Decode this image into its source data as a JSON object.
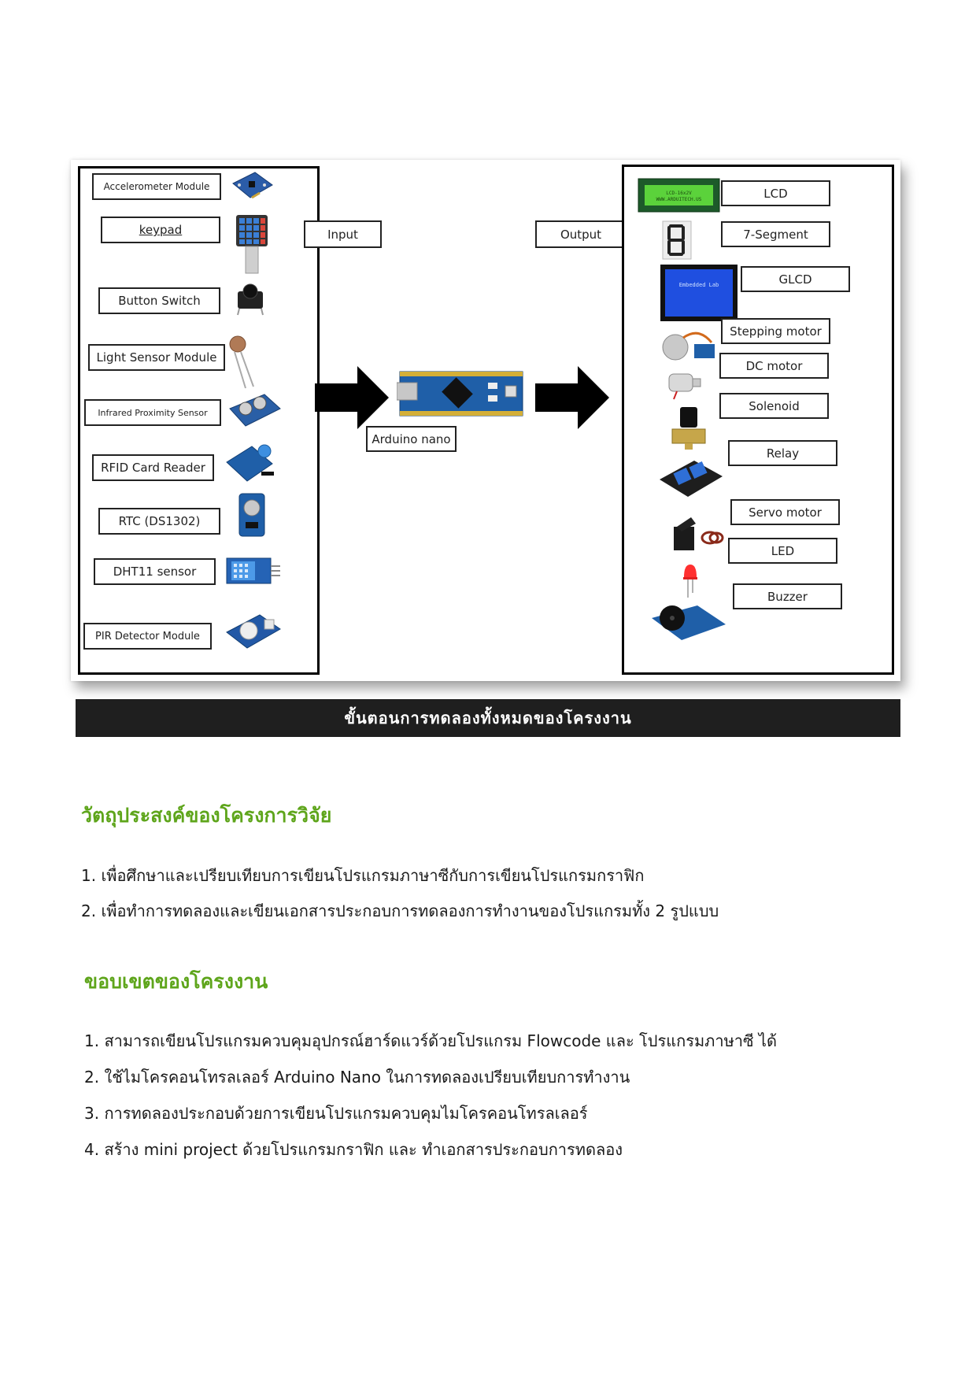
{
  "diagram": {
    "inputs": [
      "Accelerometer Module",
      "keypad",
      "Button Switch",
      "Light Sensor Module",
      "Infrared Proximity Sensor",
      "RFID Card Reader",
      "RTC (DS1302)",
      "DHT11 sensor",
      "PIR Detector Module"
    ],
    "input_label": "Input",
    "controller_label": "Arduino nano",
    "output_label": "Output",
    "outputs": [
      "LCD",
      "7-Segment",
      "GLCD",
      "Stepping motor",
      "DC motor",
      "Solenoid",
      "Relay",
      "Servo motor",
      "LED",
      "Buzzer"
    ],
    "lcd_screen_text": "LCD-16x2V WWW.ARDUITECH.US",
    "glcd_screen_text": "Embedded Lab"
  },
  "caption": "ขั้นตอนการทดลองทั้งหมดของโครงงาน",
  "objectives": {
    "heading": "วัตถุประสงค์ของโครงการวิจัย",
    "items": [
      "1. เพื่อศึกษาและเปรียบเทียบการเขียนโปรแกรมภาษาซีกับการเขียนโปรแกรมกราฟิก",
      "2. เพื่อทำการทดลองและเขียนเอกสารประกอบการทดลองการทำงานของโปรแกรมทั้ง 2 รูปแบบ"
    ]
  },
  "scope": {
    "heading": "ขอบเขตของโครงงาน",
    "items": [
      "1. สามารถเขียนโปรแกรมควบคุมอุปกรณ์ฮาร์ดแวร์ด้วยโปรแกรม Flowcode และ โปรแกรมภาษาซี ได้",
      "2. ใช้ไมโครคอนโทรลเลอร์ Arduino Nano ในการทดลองเปรียบเทียบการทำงาน",
      "3. การทดลองประกอบด้วยการเขียนโปรแกรมควบคุมไมโครคอนโทรลเลอร์",
      "4. สร้าง mini project ด้วยโปรแกรมกราฟิก และ ทำเอกสารประกอบการทดลอง"
    ]
  },
  "colors": {
    "heading_green": "#5ea51b",
    "caption_bar": "#1f1f1f",
    "pcb_blue": "#1f5fa8"
  }
}
